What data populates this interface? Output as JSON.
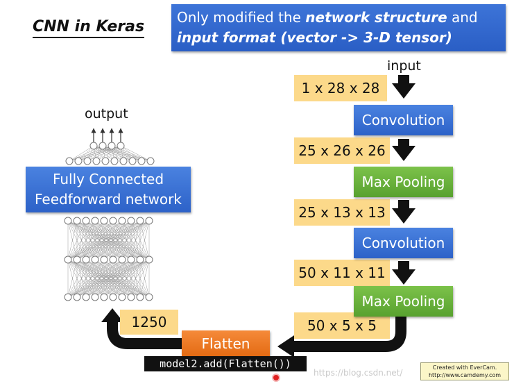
{
  "title": "CNN in Keras",
  "banner": {
    "line1_plain": "Only modified the ",
    "line1_bold": "network structure",
    "line1_end": " and",
    "line2_bold": "input format (vector -> 3-D tensor)"
  },
  "pipeline": {
    "input_label": "input",
    "dims": [
      "1 x 28 x 28",
      "25 x 26 x 26",
      "25 x 13 x 13",
      "50 x 11 x 11",
      "50 x 5 x 5"
    ],
    "layers": [
      "Convolution",
      "Max Pooling",
      "Convolution",
      "Max Pooling"
    ]
  },
  "flatten": {
    "label": "Flatten",
    "size": "1250",
    "code": "model2.add(Flatten())"
  },
  "network": {
    "output_label": "output",
    "title_line1": "Fully Connected",
    "title_line2": "Feedforward network"
  },
  "colors": {
    "blue": "#2d62c8",
    "green": "#58a12f",
    "orange": "#e36a12",
    "dim_fill": "#fcd98a",
    "arrow": "#111111"
  },
  "footer": {
    "watermark": "https://blog.csdn.net/",
    "evercam_line1": "Created with EverCam.",
    "evercam_line2": "http://www.camdemy.com"
  }
}
